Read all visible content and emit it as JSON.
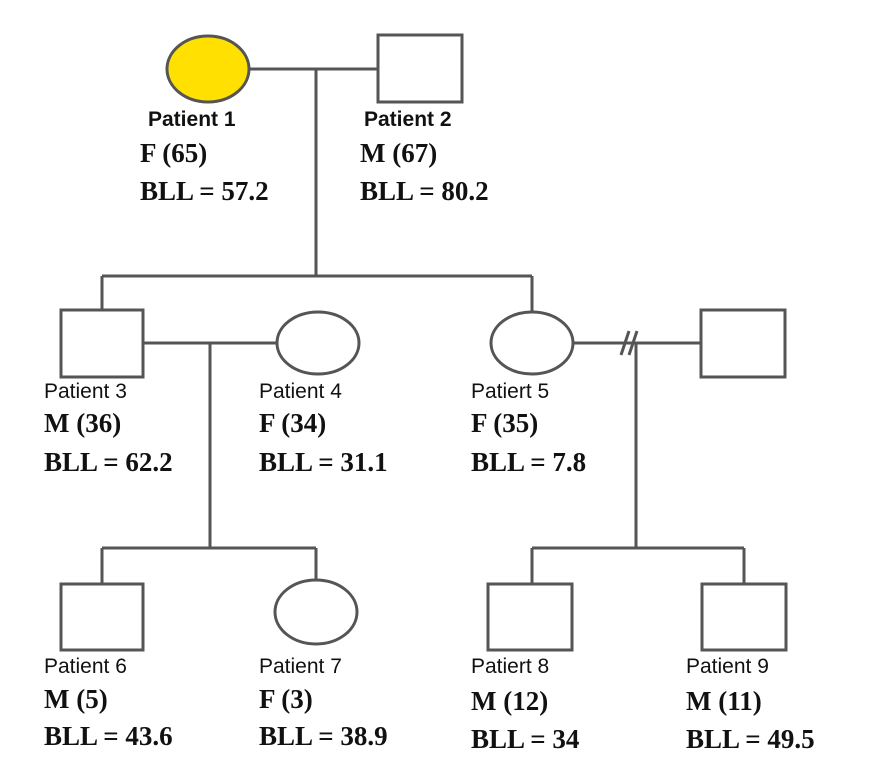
{
  "colors": {
    "affected_fill": "#FFE000",
    "unaffected_fill": "#FFFFFF",
    "line": "#555555"
  },
  "members": [
    {
      "key": "p1",
      "label": "Patient 1",
      "sex_age": "F (65)",
      "bll": "BLL = 57.2",
      "shape": "circle",
      "affected": true
    },
    {
      "key": "p2",
      "label": "Patient 2",
      "sex_age": "M (67)",
      "bll": "BLL = 80.2",
      "shape": "square",
      "affected": false
    },
    {
      "key": "p3",
      "label": "Patient 3",
      "sex_age": "M (36)",
      "bll": "BLL = 62.2",
      "shape": "square",
      "affected": false
    },
    {
      "key": "p4",
      "label": "Patient 4",
      "sex_age": "F (34)",
      "bll": "BLL = 31.1",
      "shape": "circle",
      "affected": false
    },
    {
      "key": "p5",
      "label": "Patiert 5",
      "sex_age": "F (35)",
      "bll": "BLL = 7.8",
      "shape": "circle",
      "affected": false
    },
    {
      "key": "p5spouse",
      "label": "",
      "sex_age": "",
      "bll": "",
      "shape": "square",
      "affected": false
    },
    {
      "key": "p6",
      "label": "Patient 6",
      "sex_age": "M (5)",
      "bll": "BLL = 43.6",
      "shape": "square",
      "affected": false
    },
    {
      "key": "p7",
      "label": "Patient 7",
      "sex_age": "F (3)",
      "bll": "BLL = 38.9",
      "shape": "circle",
      "affected": false
    },
    {
      "key": "p8",
      "label": "Patiert 8",
      "sex_age": "M (12)",
      "bll": "BLL = 34",
      "shape": "square",
      "affected": false
    },
    {
      "key": "p9",
      "label": "Patient 9",
      "sex_age": "M (11)",
      "bll": "BLL = 49.5",
      "shape": "square",
      "affected": false
    }
  ],
  "relationships": [
    {
      "type": "marriage",
      "partners": [
        "p1",
        "p2"
      ],
      "children": [
        "p3",
        "p5"
      ]
    },
    {
      "type": "marriage",
      "partners": [
        "p3",
        "p4"
      ],
      "children": [
        "p6",
        "p7"
      ]
    },
    {
      "type": "divorced",
      "partners": [
        "p5",
        "p5spouse"
      ],
      "children": [
        "p8",
        "p9"
      ]
    }
  ]
}
